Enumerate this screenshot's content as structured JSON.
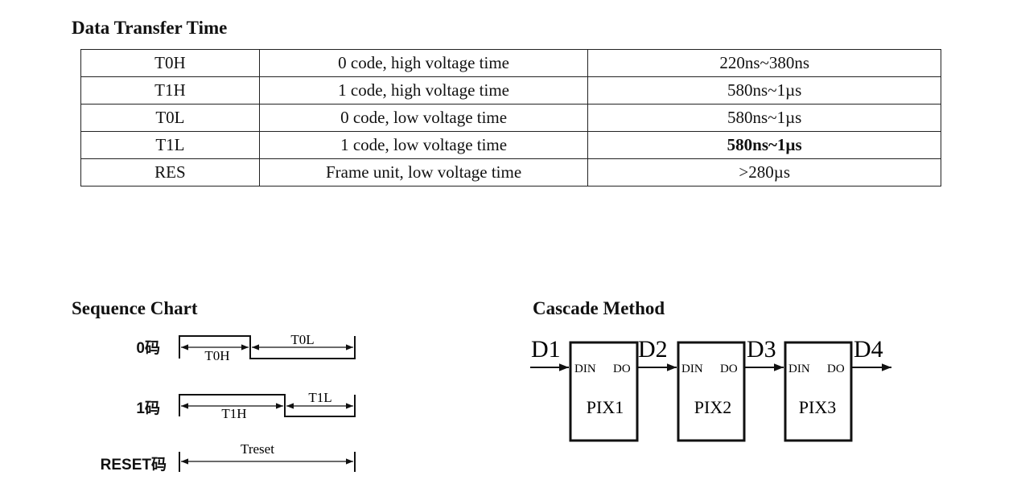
{
  "data_transfer": {
    "title": "Data Transfer Time",
    "rows": [
      {
        "code": "T0H",
        "description": "0 code, high voltage time",
        "value": "220ns~380ns",
        "bold": false
      },
      {
        "code": "T1H",
        "description": "1 code, high voltage time",
        "value": "580ns~1µs",
        "bold": false
      },
      {
        "code": "T0L",
        "description": "0 code, low voltage time",
        "value": "580ns~1µs",
        "bold": false
      },
      {
        "code": "T1L",
        "description": "1 code, low voltage time",
        "value": "580ns~1µs",
        "bold": true
      },
      {
        "code": "RES",
        "description": "Frame unit, low voltage time",
        "value": ">280µs",
        "bold": false
      }
    ]
  },
  "sequence_chart": {
    "title": "Sequence Chart",
    "rows": [
      {
        "label": "0码",
        "high_label": "T0H",
        "low_label": "T0L"
      },
      {
        "label": "1码",
        "high_label": "T1H",
        "low_label": "T1L"
      },
      {
        "label": "RESET码",
        "span_label": "Treset"
      }
    ]
  },
  "cascade": {
    "title": "Cascade Method",
    "signals": [
      "D1",
      "D2",
      "D3",
      "D4"
    ],
    "pixels": [
      {
        "name": "PIX1",
        "din": "DIN",
        "do": "DO"
      },
      {
        "name": "PIX2",
        "din": "DIN",
        "do": "DO"
      },
      {
        "name": "PIX3",
        "din": "DIN",
        "do": "DO"
      }
    ]
  }
}
